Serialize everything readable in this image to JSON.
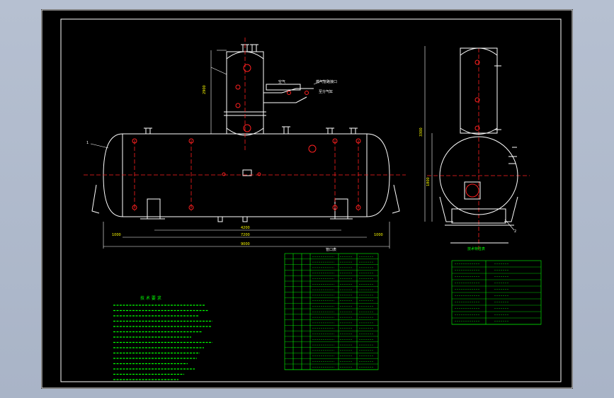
{
  "colors": {
    "background": "#aeb8cb",
    "sheet": "#000000",
    "line": "#ffffff",
    "center": "#ff2020",
    "dim": "#00ff00",
    "yellow": "#ffff00",
    "table": "#00ff00",
    "tableText": "#00ff00",
    "redText": "#ff2020",
    "cyan": "#00ffff"
  },
  "drawing": {
    "notes_title": "技 术 要 求",
    "view_label": "技术特性表",
    "table_title": "管口表",
    "dim_total_length": "9000",
    "dim_shell_length": "7200",
    "dim_support_spacing": "4200",
    "dim_left": "1000",
    "dim_right": "1000",
    "dim_dome_height": "2900",
    "dim_side_height": "3300",
    "dim_diameter": "1800",
    "balloon_1": "1",
    "balloon_2": "2",
    "callout_top": "燃气管路接口",
    "callout_mid": "至分气缸",
    "callout_left": "空气"
  }
}
